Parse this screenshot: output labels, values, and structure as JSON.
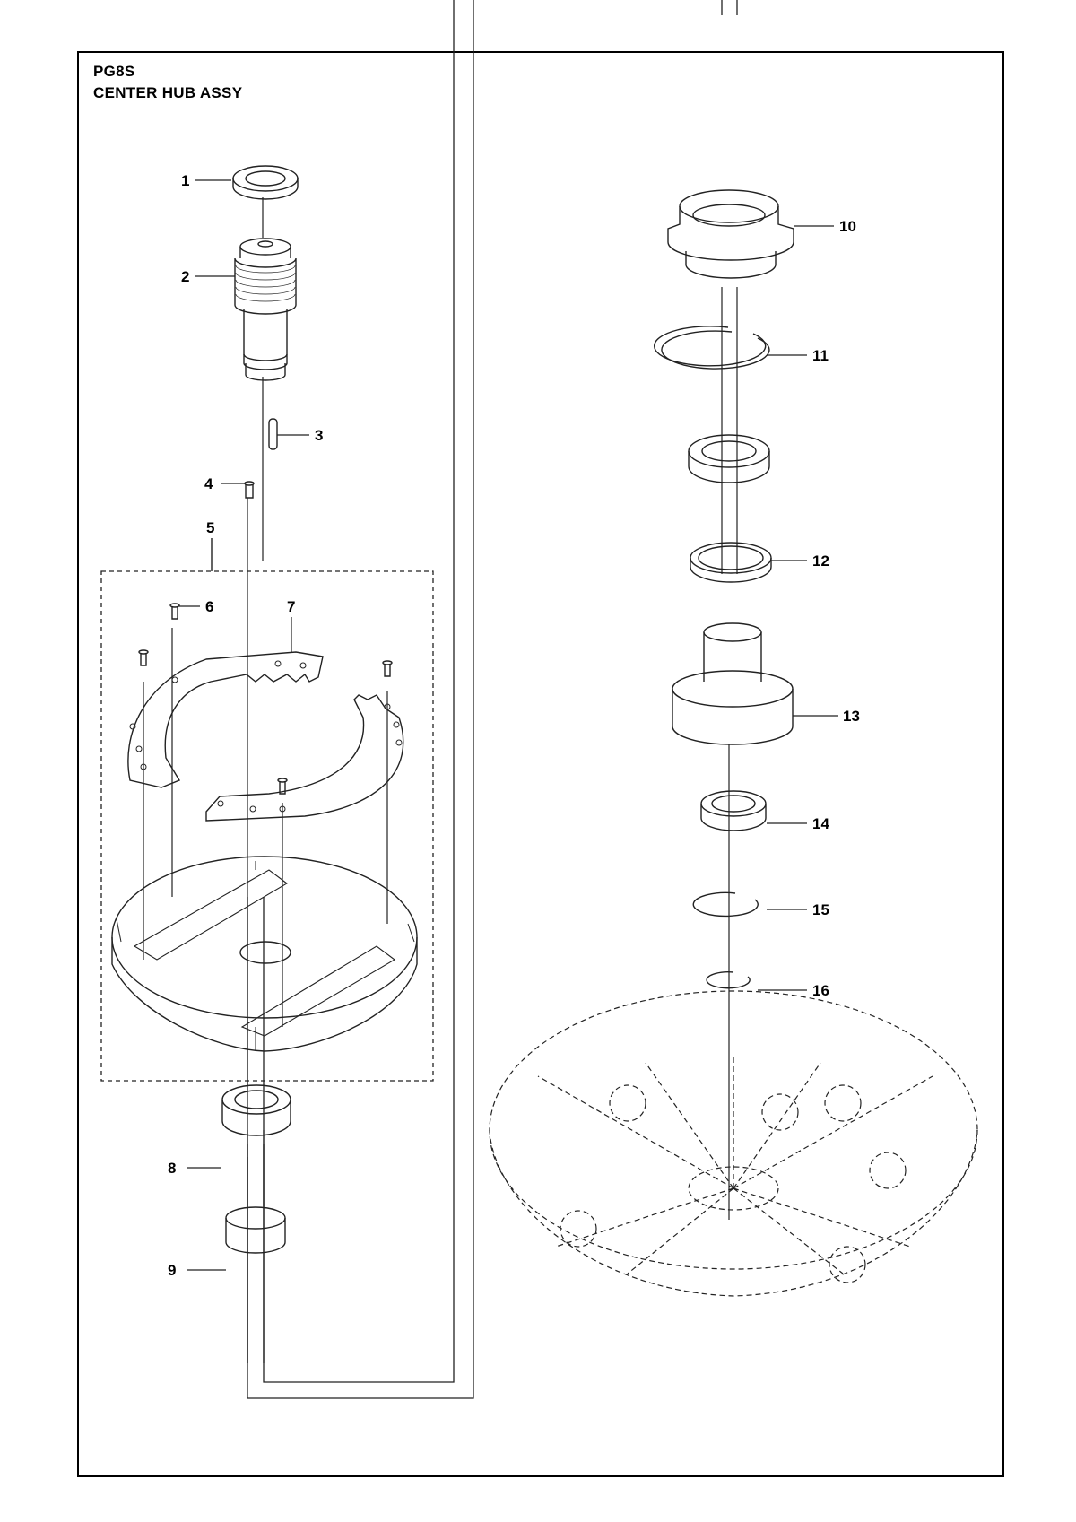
{
  "header": {
    "model": "PG8S",
    "title": "CENTER HUB ASSY"
  },
  "callouts": [
    "1",
    "2",
    "3",
    "4",
    "5",
    "6",
    "7",
    "8",
    "9",
    "10",
    "11",
    "12",
    "13",
    "14",
    "15",
    "16"
  ]
}
